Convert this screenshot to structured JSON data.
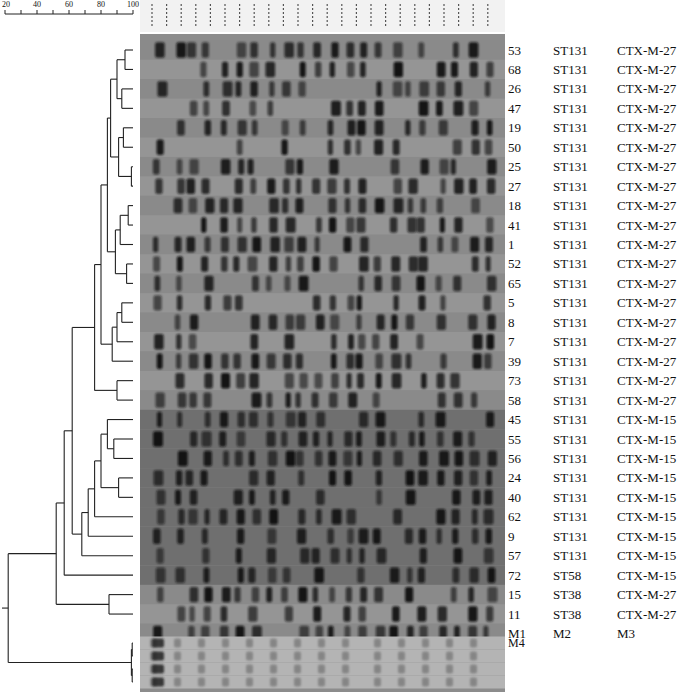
{
  "diagram": {
    "labels": [
      "20",
      "40",
      "60",
      "80",
      "100",
      "53",
      "ST131",
      "CTX-M-27",
      "68",
      "ST131",
      "CTX-M-27",
      "26",
      "ST131",
      "CTX-M-27",
      "47",
      "ST131",
      "CTX-M-27",
      "19",
      "ST131",
      "CTX-M-27",
      "50",
      "ST131",
      "CTX-M-27",
      "25",
      "ST131",
      "CTX-M-27",
      "27",
      "ST131",
      "CTX-M-27",
      "18",
      "ST131",
      "CTX-M-27",
      "41",
      "ST131",
      "CTX-M-27",
      "1",
      "ST131",
      "CTX-M-27",
      "52",
      "ST131",
      "CTX-M-27",
      "65",
      "ST131",
      "CTX-M-27",
      "5",
      "ST131",
      "CTX-M-27",
      "8",
      "ST131",
      "CTX-M-27",
      "7",
      "ST131",
      "CTX-M-27",
      "39",
      "ST131",
      "CTX-M-27",
      "73",
      "ST131",
      "CTX-M-27",
      "58",
      "ST131",
      "CTX-M-27",
      "45",
      "ST131",
      "CTX-M-15",
      "55",
      "ST131",
      "CTX-M-15",
      "56",
      "ST131",
      "CTX-M-15",
      "24",
      "ST131",
      "CTX-M-15",
      "40",
      "ST131",
      "CTX-M-15",
      "62",
      "ST131",
      "CTX-M-15",
      "9",
      "ST131",
      "CTX-M-15",
      "57",
      "ST131",
      "CTX-M-15",
      "72",
      "ST58",
      "CTX-M-15",
      "15",
      "ST38",
      "CTX-M-27",
      "11",
      "ST38",
      "CTX-M-27",
      "M1",
      "M2",
      "M3",
      "M4"
    ]
  }
}
